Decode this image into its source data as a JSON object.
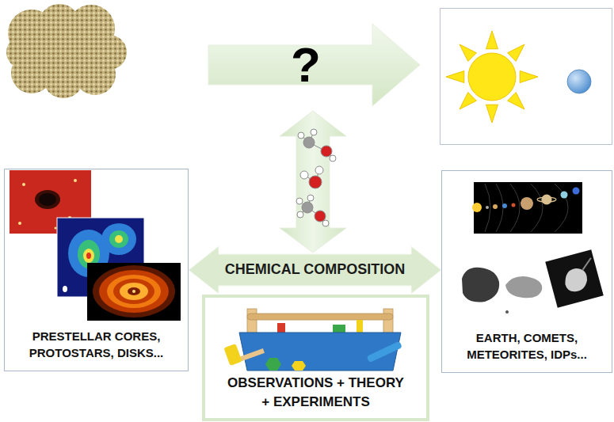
{
  "diagram": {
    "nodes": [
      {
        "text": [
          "PRESTELLAR CORES, PROTOSTARS, DISKS..."
        ]
      },
      {
        "text": [
          "EARTH, COMETS, METEORITES, IDPs..."
        ]
      },
      {
        "text": [
          "OBSERVATIONS + THEORY + EXPERIMENTS"
        ]
      }
    ],
    "edges": [
      {
        "from": 0,
        "to": 1,
        "arrow": "both",
        "label": "CHEMICAL COMPOSITION"
      }
    ],
    "labels": [
      "?"
    ]
  }
}
